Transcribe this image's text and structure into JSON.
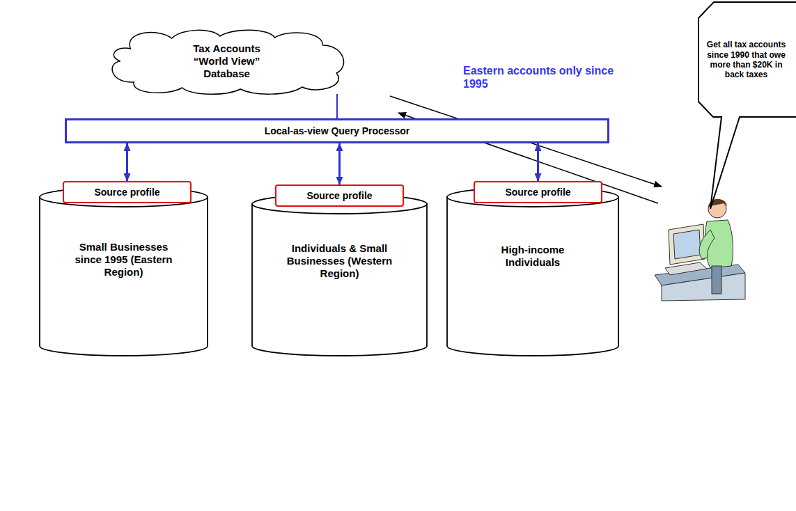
{
  "diagram": {
    "nodes": [
      {
        "text": [
          "Tax Accounts “World View” Database"
        ]
      },
      {
        "text": [
          "Get all tax accounts since 1990 that owe more than $20K in back taxes"
        ]
      },
      {
        "text": [
          "Local-as-view Query Processor"
        ]
      },
      {
        "text": [
          "Small Businesses since 1995 (Eastern Region)"
        ]
      },
      {
        "text": [
          "Source profile"
        ],
        "in": 3
      },
      {
        "text": [
          "Individuals & Small Businesses (Western Region)"
        ]
      },
      {
        "text": [
          "Source profile"
        ],
        "in": 5
      },
      {
        "text": [
          "High-income Individuals"
        ]
      },
      {
        "text": [
          "Source profile"
        ],
        "in": 7
      }
    ],
    "edges": [
      {
        "from": 0,
        "to": 2,
        "arrow": "none"
      },
      {
        "from": 2,
        "to": 4,
        "arrow": "both"
      },
      {
        "from": 2,
        "to": 6,
        "arrow": "both"
      },
      {
        "from": 2,
        "to": 8,
        "arrow": "both"
      }
    ],
    "labels": [
      "Eastern accounts only since 1995"
    ]
  }
}
